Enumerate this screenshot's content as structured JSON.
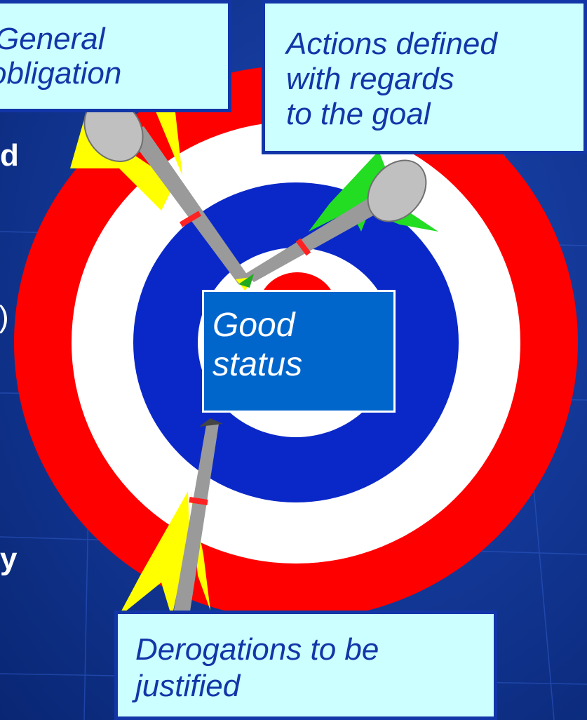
{
  "target": {
    "ring_colors": [
      "#ff0000",
      "#ffffff",
      "#0a28c8",
      "#ffffff",
      "#ff0000"
    ],
    "goal_box_color": "#0066cc",
    "goal_label_line1": "Good",
    "goal_label_line2": "status"
  },
  "callouts": {
    "general_line1": "General",
    "general_line2": "obligation",
    "actions_line1": "Actions defined",
    "actions_line2": "with regards",
    "actions_line3": "to the goal",
    "derogations_line1": "Derogations to be",
    "derogations_line2": "justified"
  },
  "background_text_fragments": {
    "frag_1": "d",
    "frag_2": ")",
    "frag_3": "y"
  },
  "arrows": [
    {
      "name": "upper-left",
      "fletching": "yellow"
    },
    {
      "name": "upper-right",
      "fletching": "green"
    },
    {
      "name": "bottom",
      "fletching": "yellow"
    }
  ],
  "colors": {
    "background": "#0b2f8f",
    "callout_fill": "#ccffff",
    "callout_border": "#1236a8",
    "arrow_shaft": "#9a9a9a",
    "fletch_yellow": "#ffff00",
    "fletch_green": "#22dd22",
    "band_red": "#ff2222"
  }
}
